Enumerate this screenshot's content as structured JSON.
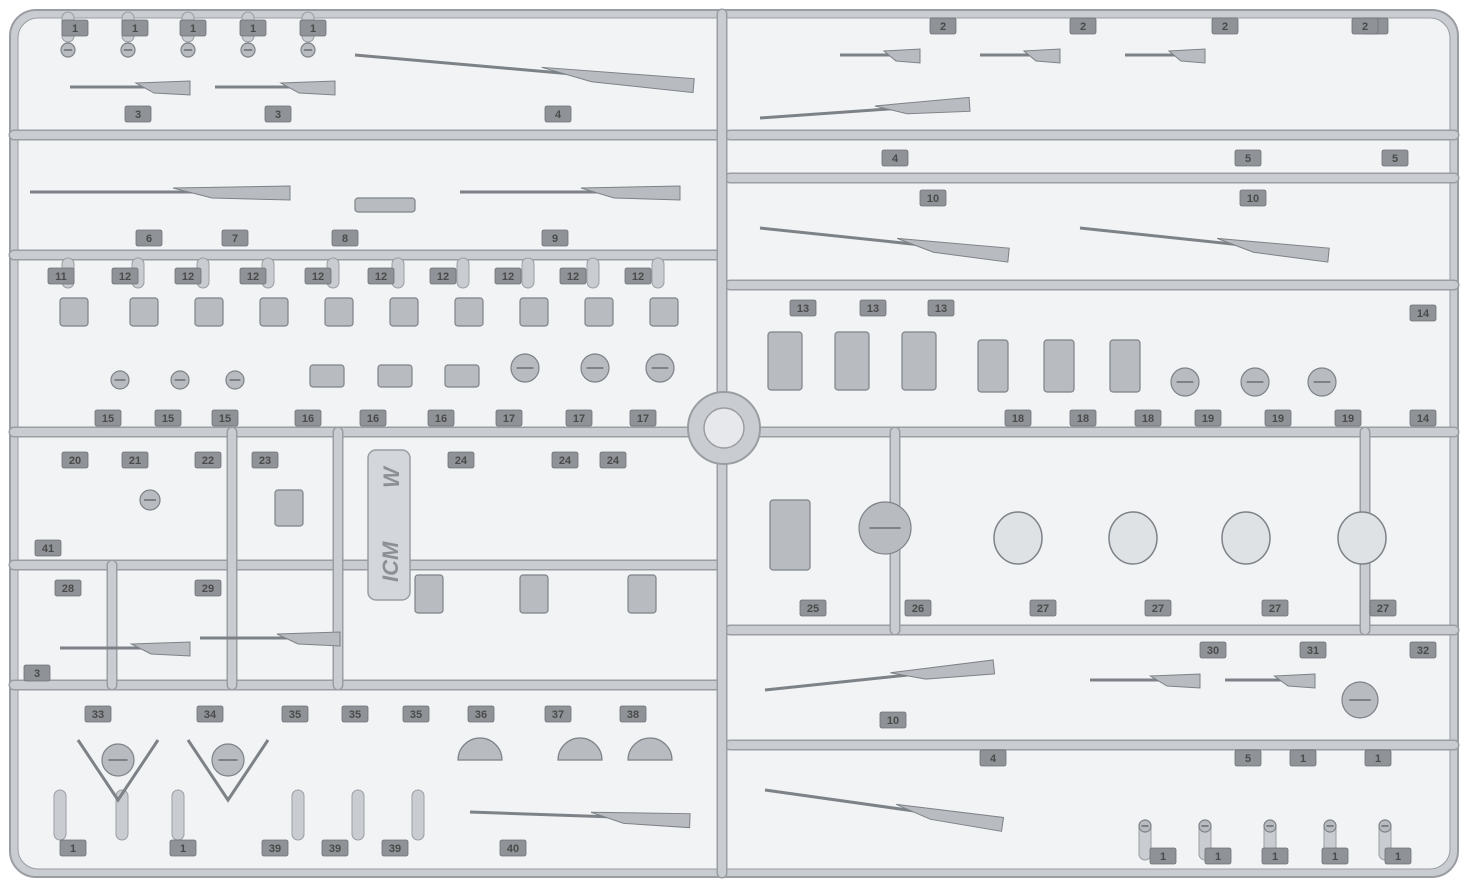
{
  "image": {
    "subject": "plastic model kit sprue frame with weapons and equipment parts",
    "colors": {
      "background": "#ffffff",
      "frame": "#c9ccd0",
      "frame_edge": "#9a9ea3",
      "panel": "#f1f3f5",
      "part": "#b8bcc1",
      "part_dark": "#7d8287",
      "tag": "#8f9397"
    },
    "logo": {
      "text": "ICM",
      "letter": "W"
    },
    "part_tags": [
      "1",
      "1",
      "1",
      "1",
      "1",
      "3",
      "3",
      "4",
      "6",
      "7",
      "8",
      "9",
      "11",
      "12",
      "12",
      "12",
      "12",
      "12",
      "12",
      "12",
      "12",
      "12",
      "15",
      "15",
      "15",
      "16",
      "16",
      "16",
      "17",
      "17",
      "17",
      "20",
      "21",
      "22",
      "23",
      "41",
      "28",
      "29",
      "3",
      "24",
      "24",
      "24",
      "33",
      "34",
      "35",
      "35",
      "35",
      "36",
      "37",
      "38",
      "1",
      "1",
      "39",
      "39",
      "39",
      "40",
      "2",
      "2",
      "2",
      "2",
      "2",
      "4",
      "5",
      "5",
      "10",
      "10",
      "13",
      "13",
      "13",
      "14",
      "18",
      "18",
      "18",
      "19",
      "19",
      "19",
      "14",
      "25",
      "26",
      "27",
      "27",
      "27",
      "27",
      "30",
      "31",
      "32",
      "10",
      "4",
      "5",
      "1",
      "1",
      "1",
      "1",
      "1",
      "1",
      "1"
    ]
  }
}
